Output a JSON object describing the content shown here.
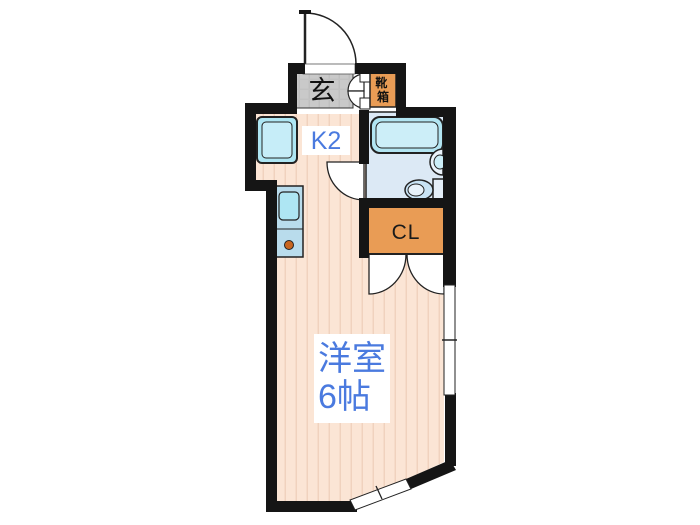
{
  "floorplan": {
    "rooms": {
      "entrance": {
        "label": "玄"
      },
      "shoe_box": {
        "label": "靴箱",
        "chars": [
          "靴",
          "箱"
        ]
      },
      "kitchen": {
        "label": "K2"
      },
      "closet": {
        "label": "CL"
      },
      "western_room": {
        "label": "洋室",
        "size": "6帖"
      },
      "bathroom": {
        "fixture_icons": [
          "bathtub-icon",
          "wash-basin-icon",
          "toilet-icon"
        ]
      }
    },
    "kitchen_fixture_icons": [
      "washing-machine-icon",
      "sink-counter-icon",
      "stove-burner-icon"
    ],
    "door_icons": [
      "entrance-door-swing-icon",
      "bathroom-door-swing-icon",
      "closet-double-door-icon",
      "entrance-inner-door-icon"
    ],
    "window_icons": [
      "side-window-icon",
      "diagonal-window-icon"
    ],
    "colors": {
      "wall": "#151515",
      "flooring_pink": "#fbe5d5",
      "flooring_stripe": "#f0d2be",
      "entrance_gray": "#c9c9c9",
      "closet_orange": "#e99c55",
      "bathroom_blue": "#dce9f5",
      "fixture_cyan": "#aee6f3",
      "fixture_cyan_light": "#cceef8",
      "counter_blue": "#b9dcec",
      "toilet_blue": "#c9e3f4",
      "burner_brown": "#c8651f",
      "label_blue": "#4a7adf",
      "label_dark": "#1a1a1a",
      "background": "#ffffff"
    }
  }
}
